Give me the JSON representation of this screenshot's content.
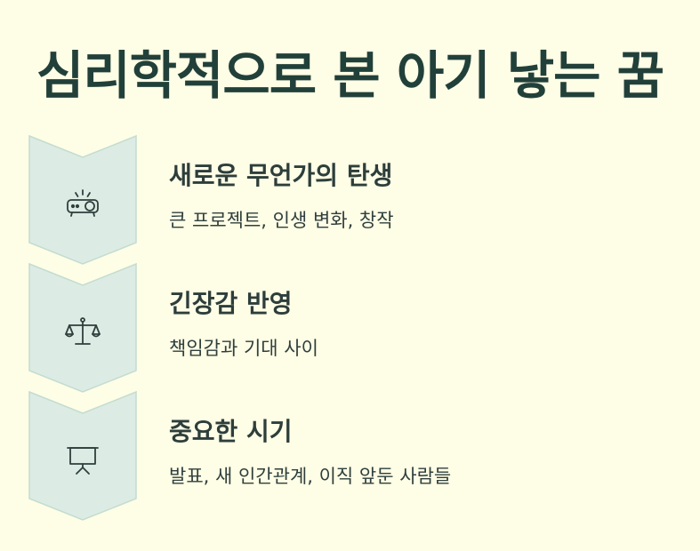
{
  "title": "심리학적으로 본 아기 낳는 꿈",
  "items": [
    {
      "heading": "새로운 무언가의 탄생",
      "description": "큰 프로젝트, 인생 변화, 창작",
      "icon": "projector-icon"
    },
    {
      "heading": "긴장감 반영",
      "description": "책임감과 기대 사이",
      "icon": "scale-icon"
    },
    {
      "heading": "중요한 시기",
      "description": "발표, 새 인간관계, 이직 앞둔 사람들",
      "icon": "presentation-board-icon"
    }
  ],
  "colors": {
    "background": "#fefde6",
    "chevron_fill": "#dcece4",
    "chevron_stroke": "#bfd9cc",
    "text": "#2d3e3b"
  }
}
